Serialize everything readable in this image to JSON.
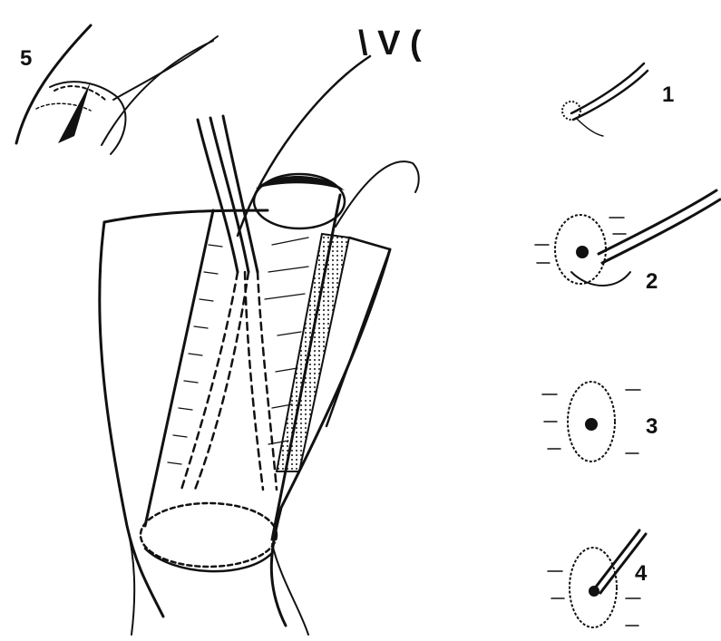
{
  "figure": {
    "labels": {
      "top_left": "5",
      "top_center": "\\ V (",
      "step1": "1",
      "step2": "2",
      "step3": "3",
      "step4": "4"
    },
    "colors": {
      "ink": "#111111",
      "background": "#ffffff"
    }
  }
}
